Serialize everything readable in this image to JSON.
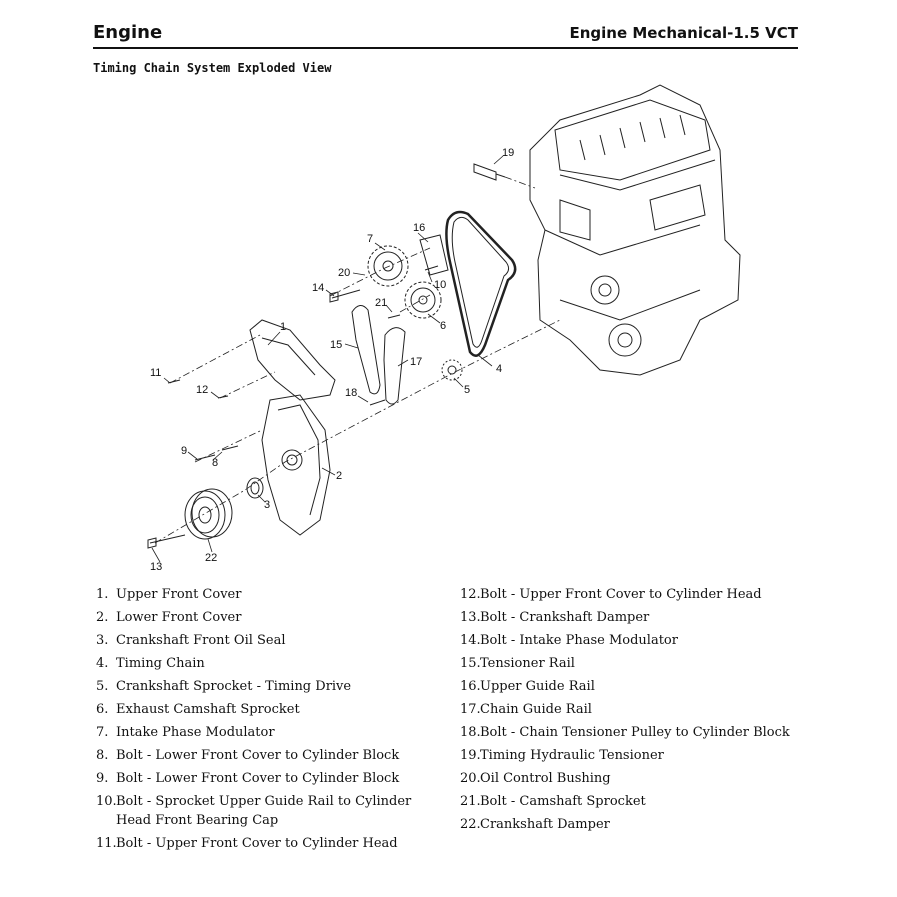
{
  "header": {
    "section": "Engine",
    "manual_title": "Engine Mechanical-1.5 VCT"
  },
  "figure": {
    "title": "Timing Chain System Exploded View",
    "callouts": [
      "1",
      "2",
      "3",
      "4",
      "5",
      "6",
      "7",
      "8",
      "9",
      "10",
      "11",
      "12",
      "13",
      "14",
      "15",
      "16",
      "17",
      "18",
      "19",
      "20",
      "21",
      "22"
    ]
  },
  "legend": {
    "left": [
      {
        "num": "1.",
        "text": "Upper Front Cover"
      },
      {
        "num": "2.",
        "text": "Lower Front Cover"
      },
      {
        "num": "3.",
        "text": "Crankshaft Front Oil Seal"
      },
      {
        "num": "4.",
        "text": "Timing Chain"
      },
      {
        "num": "5.",
        "text": "Crankshaft Sprocket - Timing Drive"
      },
      {
        "num": "6.",
        "text": "Exhaust Camshaft Sprocket"
      },
      {
        "num": "7.",
        "text": "Intake Phase Modulator"
      },
      {
        "num": "8.",
        "text": "Bolt - Lower Front Cover to Cylinder Block"
      },
      {
        "num": "9.",
        "text": "Bolt - Lower Front Cover to Cylinder Block"
      },
      {
        "num": "10.",
        "text": "Bolt - Sprocket Upper Guide Rail to Cylinder Head Front Bearing Cap"
      },
      {
        "num": "11.",
        "text": "Bolt - Upper Front Cover to Cylinder Head"
      }
    ],
    "right": [
      {
        "num": "12.",
        "text": "Bolt - Upper Front Cover to Cylinder Head"
      },
      {
        "num": "13.",
        "text": "Bolt - Crankshaft Damper"
      },
      {
        "num": "14.",
        "text": "Bolt - Intake Phase Modulator"
      },
      {
        "num": "15.",
        "text": "Tensioner Rail"
      },
      {
        "num": "16.",
        "text": "Upper Guide Rail"
      },
      {
        "num": "17.",
        "text": "Chain Guide Rail"
      },
      {
        "num": "18.",
        "text": "Bolt - Chain Tensioner Pulley to Cylinder Block"
      },
      {
        "num": "19.",
        "text": "Timing Hydraulic Tensioner"
      },
      {
        "num": "20.",
        "text": "Oil Control Bushing"
      },
      {
        "num": "21.",
        "text": "Bolt - Camshaft Sprocket"
      },
      {
        "num": "22.",
        "text": "Crankshaft Damper"
      }
    ]
  }
}
